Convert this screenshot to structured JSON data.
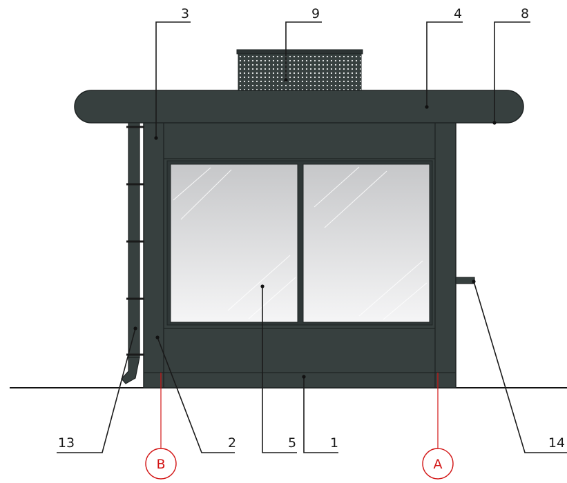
{
  "callouts": {
    "c1": "1",
    "c2": "2",
    "c3": "3",
    "c4": "4",
    "c5": "5",
    "c8": "8",
    "c9": "9",
    "c13": "13",
    "c14": "14"
  },
  "axes": {
    "a": "A",
    "b": "B"
  },
  "colors": {
    "body": "#37403f",
    "outline": "#1e2323",
    "glass_top": "#c9cacc",
    "glass_bottom": "#f4f4f5",
    "axis": "#d21414",
    "leader": "#1a1a1a"
  }
}
